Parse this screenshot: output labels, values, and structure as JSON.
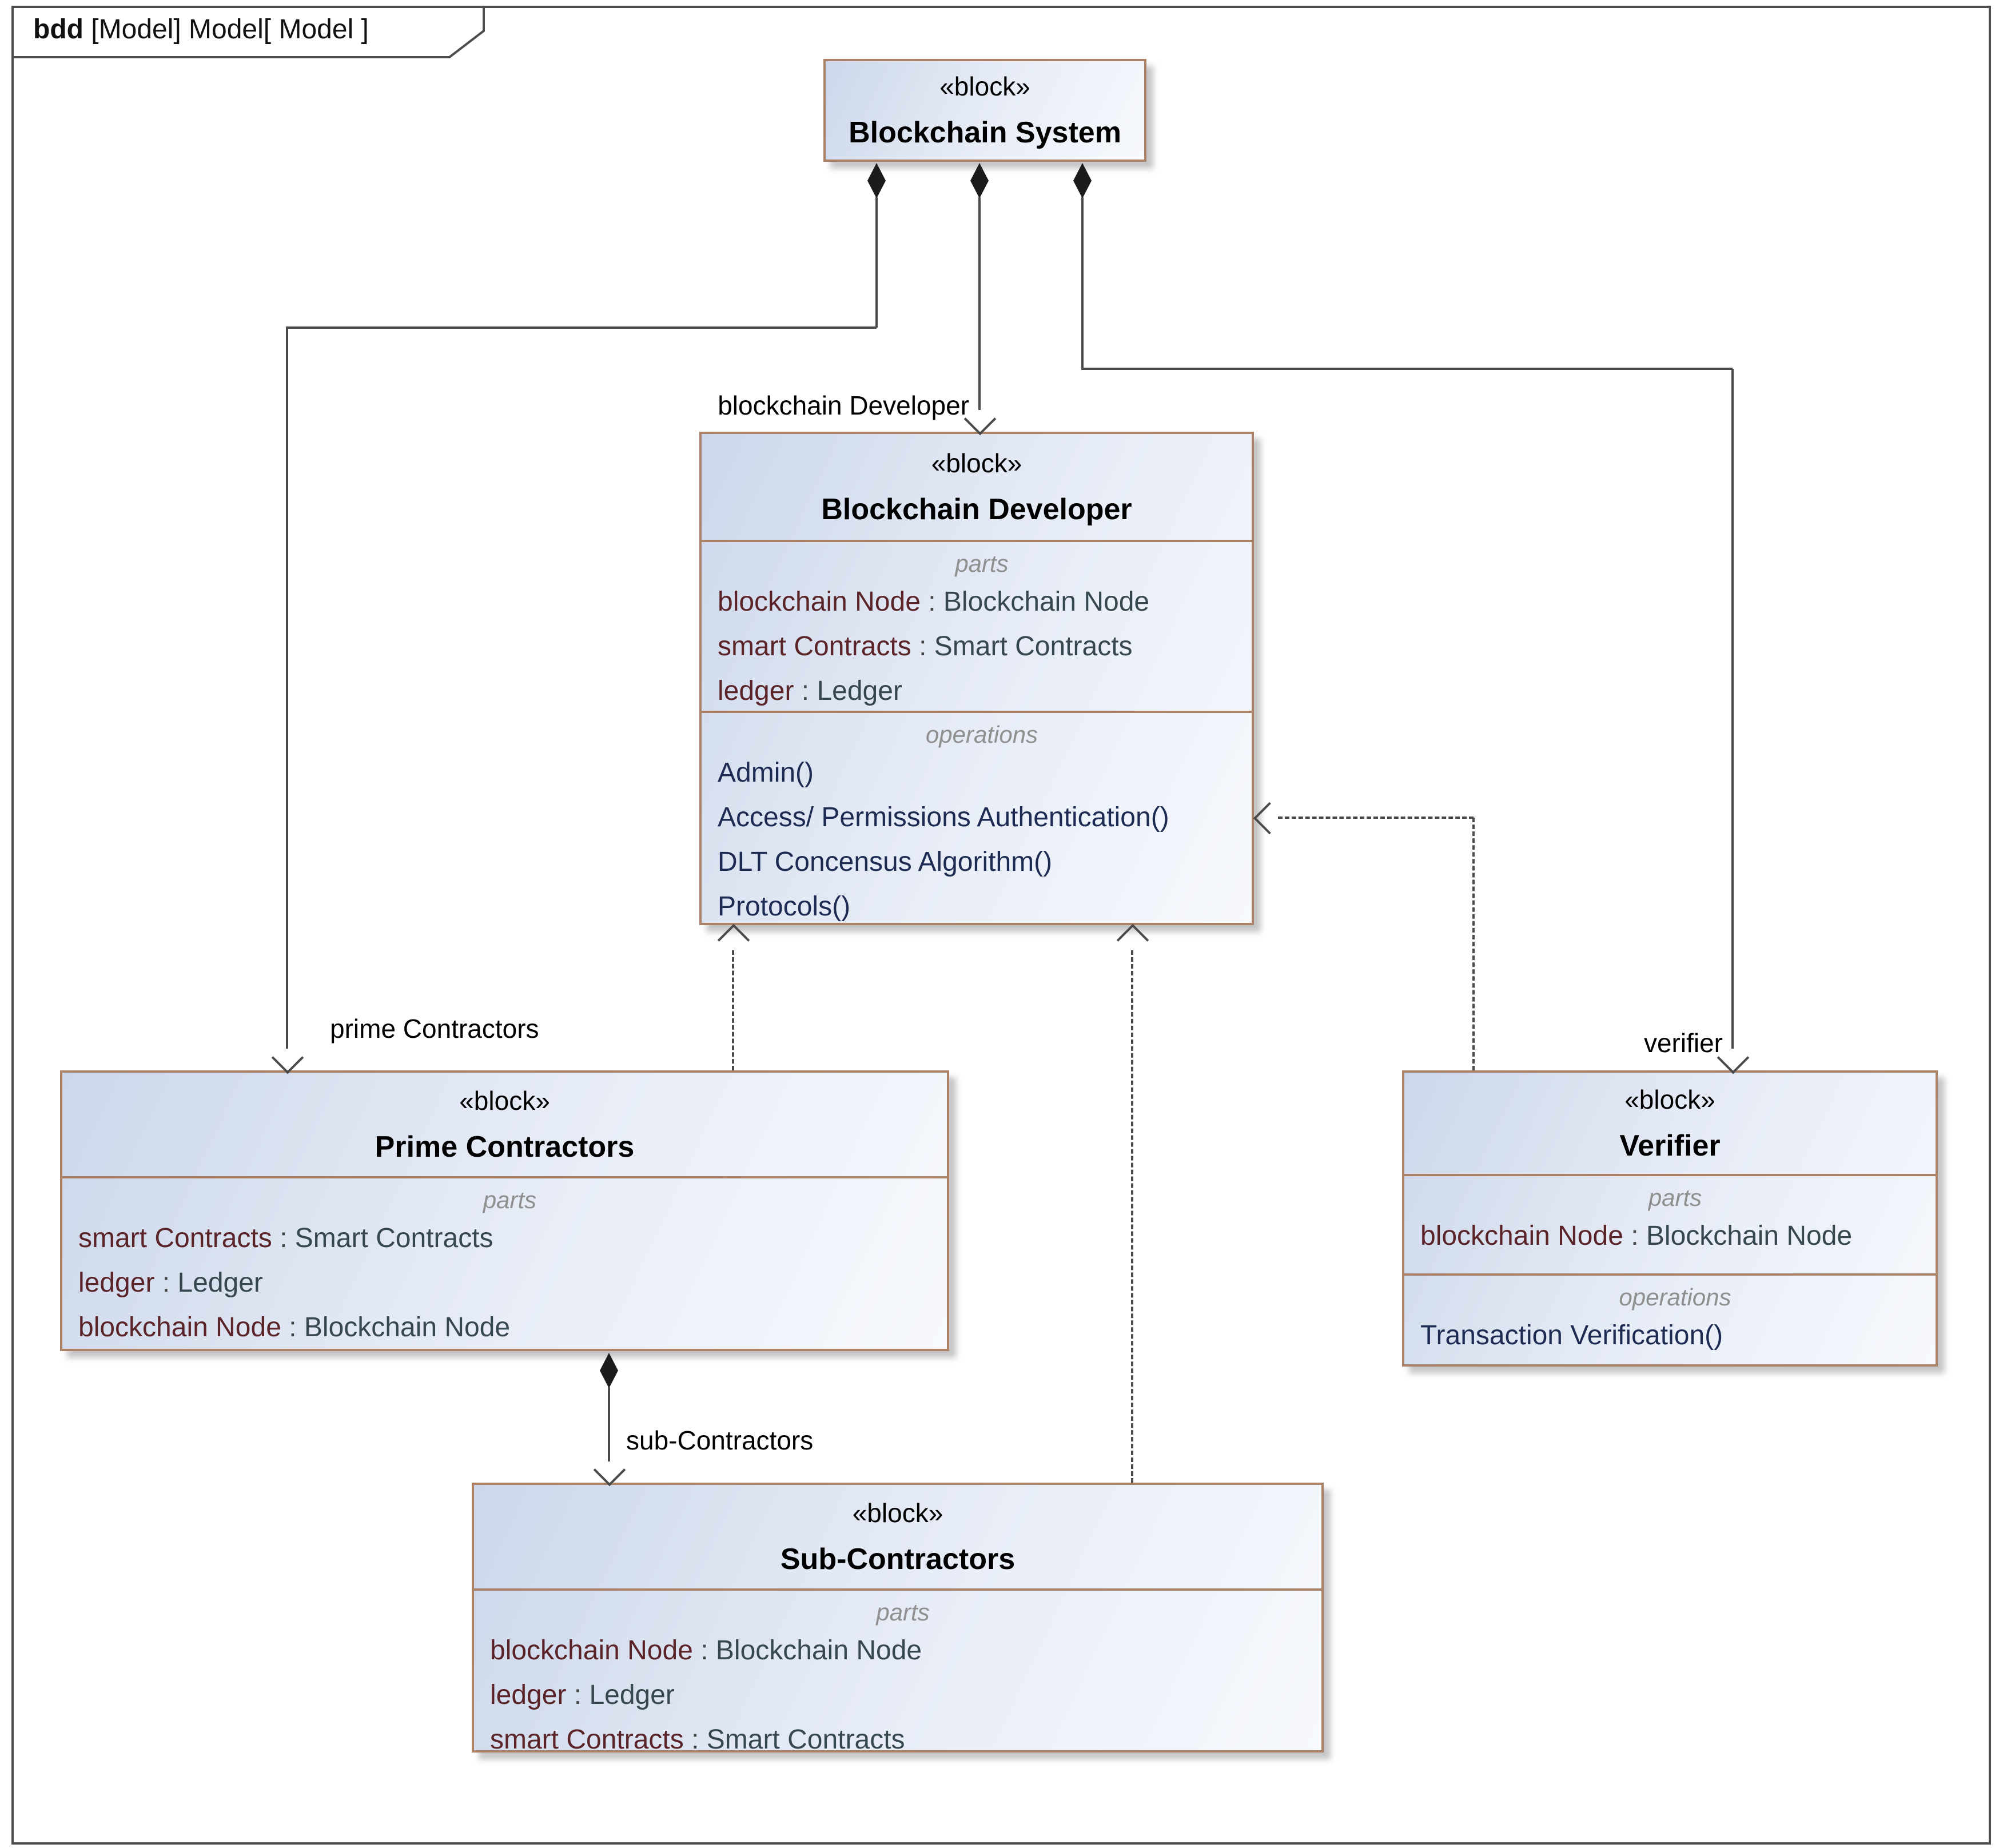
{
  "frame": {
    "tab_keyword": "bdd",
    "tab_title": " [Model] Model[ Model ]"
  },
  "labels": {
    "parts": "parts",
    "operations": "operations"
  },
  "sep": " : ",
  "blocks": {
    "system": {
      "stereotype": "«block»",
      "name": "Blockchain System"
    },
    "developer": {
      "stereotype": "«block»",
      "name": "Blockchain Developer",
      "parts": [
        {
          "name": "blockchain Node",
          "type": "Blockchain Node"
        },
        {
          "name": "smart Contracts",
          "type": "Smart Contracts"
        },
        {
          "name": "ledger",
          "type": "Ledger"
        }
      ],
      "operations": [
        "Admin()",
        "Access/ Permissions Authentication()",
        "DLT Concensus Algorithm()",
        "Protocols()"
      ]
    },
    "prime": {
      "stereotype": "«block»",
      "name": "Prime Contractors",
      "parts": [
        {
          "name": "smart Contracts",
          "type": "Smart Contracts"
        },
        {
          "name": "ledger",
          "type": "Ledger"
        },
        {
          "name": "blockchain Node",
          "type": "Blockchain Node"
        }
      ]
    },
    "verifier": {
      "stereotype": "«block»",
      "name": "Verifier",
      "parts": [
        {
          "name": "blockchain Node",
          "type": "Blockchain Node"
        }
      ],
      "operations": [
        "Transaction Verification()"
      ]
    },
    "sub": {
      "stereotype": "«block»",
      "name": "Sub-Contractors",
      "parts": [
        {
          "name": "blockchain Node",
          "type": "Blockchain Node"
        },
        {
          "name": "ledger",
          "type": "Ledger"
        },
        {
          "name": "smart Contracts",
          "type": "Smart Contracts"
        }
      ]
    }
  },
  "connectors": {
    "developer_label": "blockchain Developer",
    "prime_label": "prime Contractors",
    "verifier_label": "verifier",
    "sub_label": "sub-Contractors"
  },
  "colors": {
    "box_border": "#ab8265",
    "box_fill_start": "#ccd7ea",
    "box_fill_end": "#f7f9fd",
    "line": "#4a4a4a",
    "part_name": "#5a2328",
    "part_type": "#37474f",
    "operation_text": "#1d2b53",
    "compartment_label": "#8f8f8f"
  }
}
